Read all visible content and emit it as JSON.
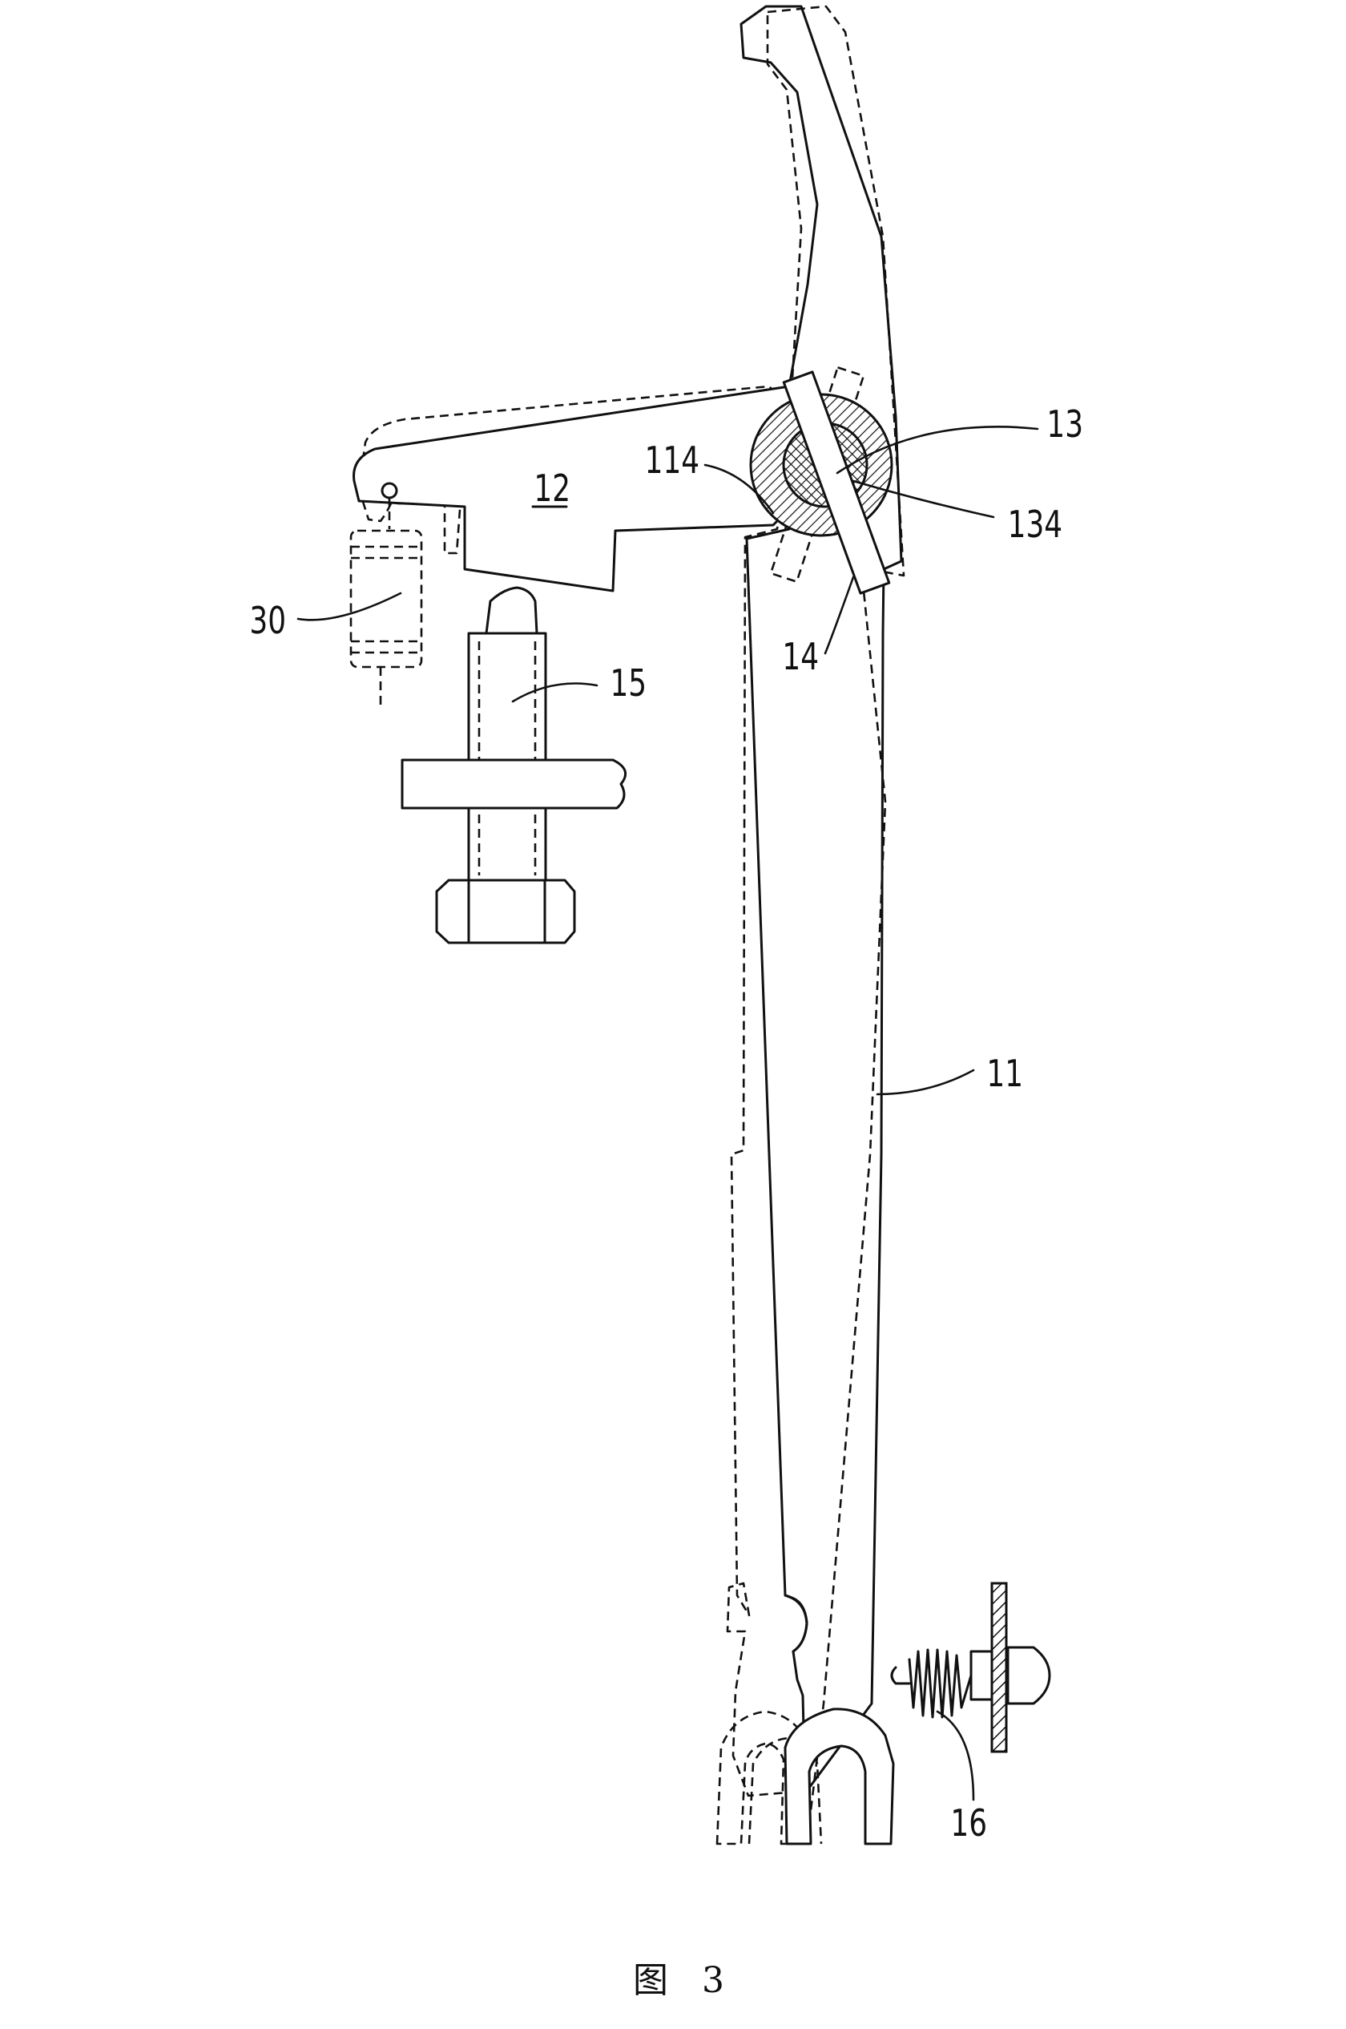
{
  "figure": {
    "caption": "图 3",
    "labels": {
      "part_11": "11",
      "part_12": "12",
      "part_13": "13",
      "part_14": "14",
      "part_15": "15",
      "part_16": "16",
      "part_30": "30",
      "part_114": "114",
      "part_134": "134"
    }
  }
}
